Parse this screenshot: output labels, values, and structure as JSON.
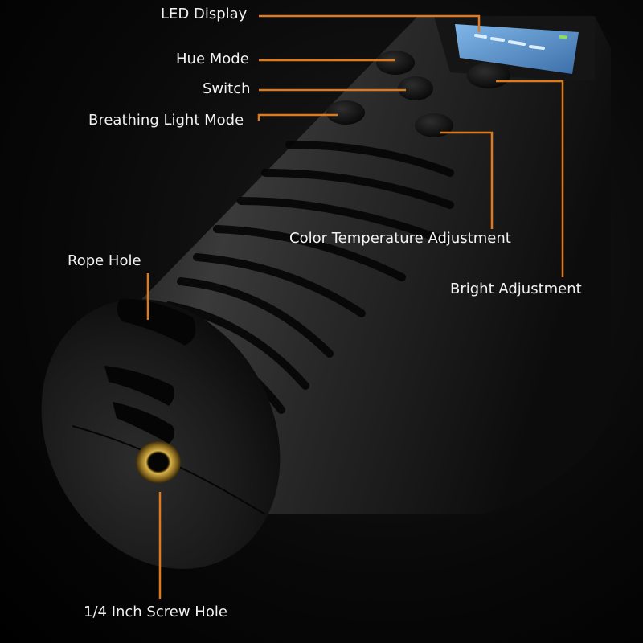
{
  "accent_color": "#e07a1f",
  "callouts": {
    "led_display": "LED Display",
    "hue_mode": "Hue Mode",
    "switch": "Switch",
    "breathing_light_mode": "Breathing Light Mode",
    "color_temperature_adjustment": "Color Temperature Adjustment",
    "rope_hole": "Rope Hole",
    "bright_adjustment": "Bright Adjustment",
    "screw_hole": "1/4 Inch Screw Hole"
  },
  "product_parts": [
    "led-display",
    "hue-mode-button",
    "switch-button",
    "breathing-mode-button",
    "color-temp-button",
    "bright-button",
    "rope-hole",
    "screw-hole",
    "grip-grooves"
  ]
}
